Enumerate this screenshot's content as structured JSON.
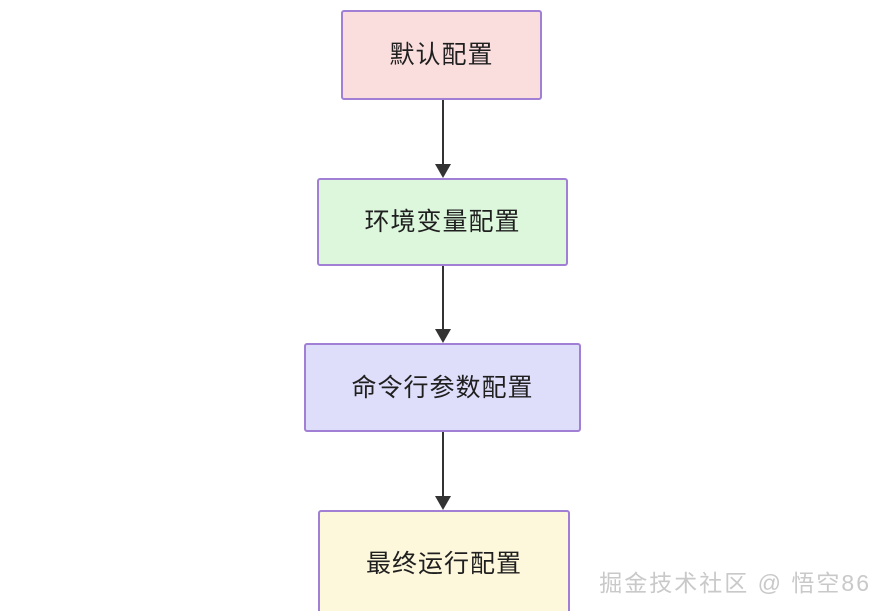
{
  "diagram": {
    "type": "flowchart",
    "direction": "top-to-bottom",
    "background_color": "#ffffff",
    "border_color": "#a07fd4",
    "text_color": "#1f1f1f",
    "arrow_color": "#333333",
    "nodes": [
      {
        "label": "默认配置",
        "fill": "#fadedd"
      },
      {
        "label": "环境变量配置",
        "fill": "#ddf7dd"
      },
      {
        "label": "命令行参数配置",
        "fill": "#dedefa"
      },
      {
        "label": "最终运行配置",
        "fill": "#fdf7dc"
      }
    ],
    "edges": [
      {
        "from": "默认配置",
        "to": "环境变量配置",
        "arrow": "down-arrow-icon"
      },
      {
        "from": "环境变量配置",
        "to": "命令行参数配置",
        "arrow": "down-arrow-icon"
      },
      {
        "from": "命令行参数配置",
        "to": "最终运行配置",
        "arrow": "down-arrow-icon"
      }
    ]
  },
  "watermark": {
    "text": "掘金技术社区 @ 悟空86",
    "color": "#c9c9c9"
  }
}
